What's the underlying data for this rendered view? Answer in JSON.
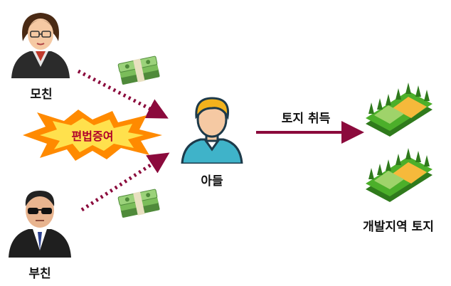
{
  "nodes": {
    "mother": {
      "label": "모친"
    },
    "father": {
      "label": "부친"
    },
    "son": {
      "label": "아들"
    },
    "land": {
      "label": "개발지역 토지"
    }
  },
  "edges": {
    "son_to_land": {
      "label": "토지 취득"
    }
  },
  "burst": {
    "label": "편법증여"
  },
  "colors": {
    "arrow": "#8b0a3c",
    "burst_outer": "#ff8a00",
    "burst_inner": "#ffe14d",
    "burst_text": "#b0002a",
    "money": "#6aa84f",
    "land_green": "#4caf2a",
    "land_orange": "#f6b93b"
  },
  "icons": [
    "woman-avatar-icon",
    "man-sunglasses-icon",
    "young-man-icon",
    "money-stack-icon",
    "land-plot-icon"
  ]
}
